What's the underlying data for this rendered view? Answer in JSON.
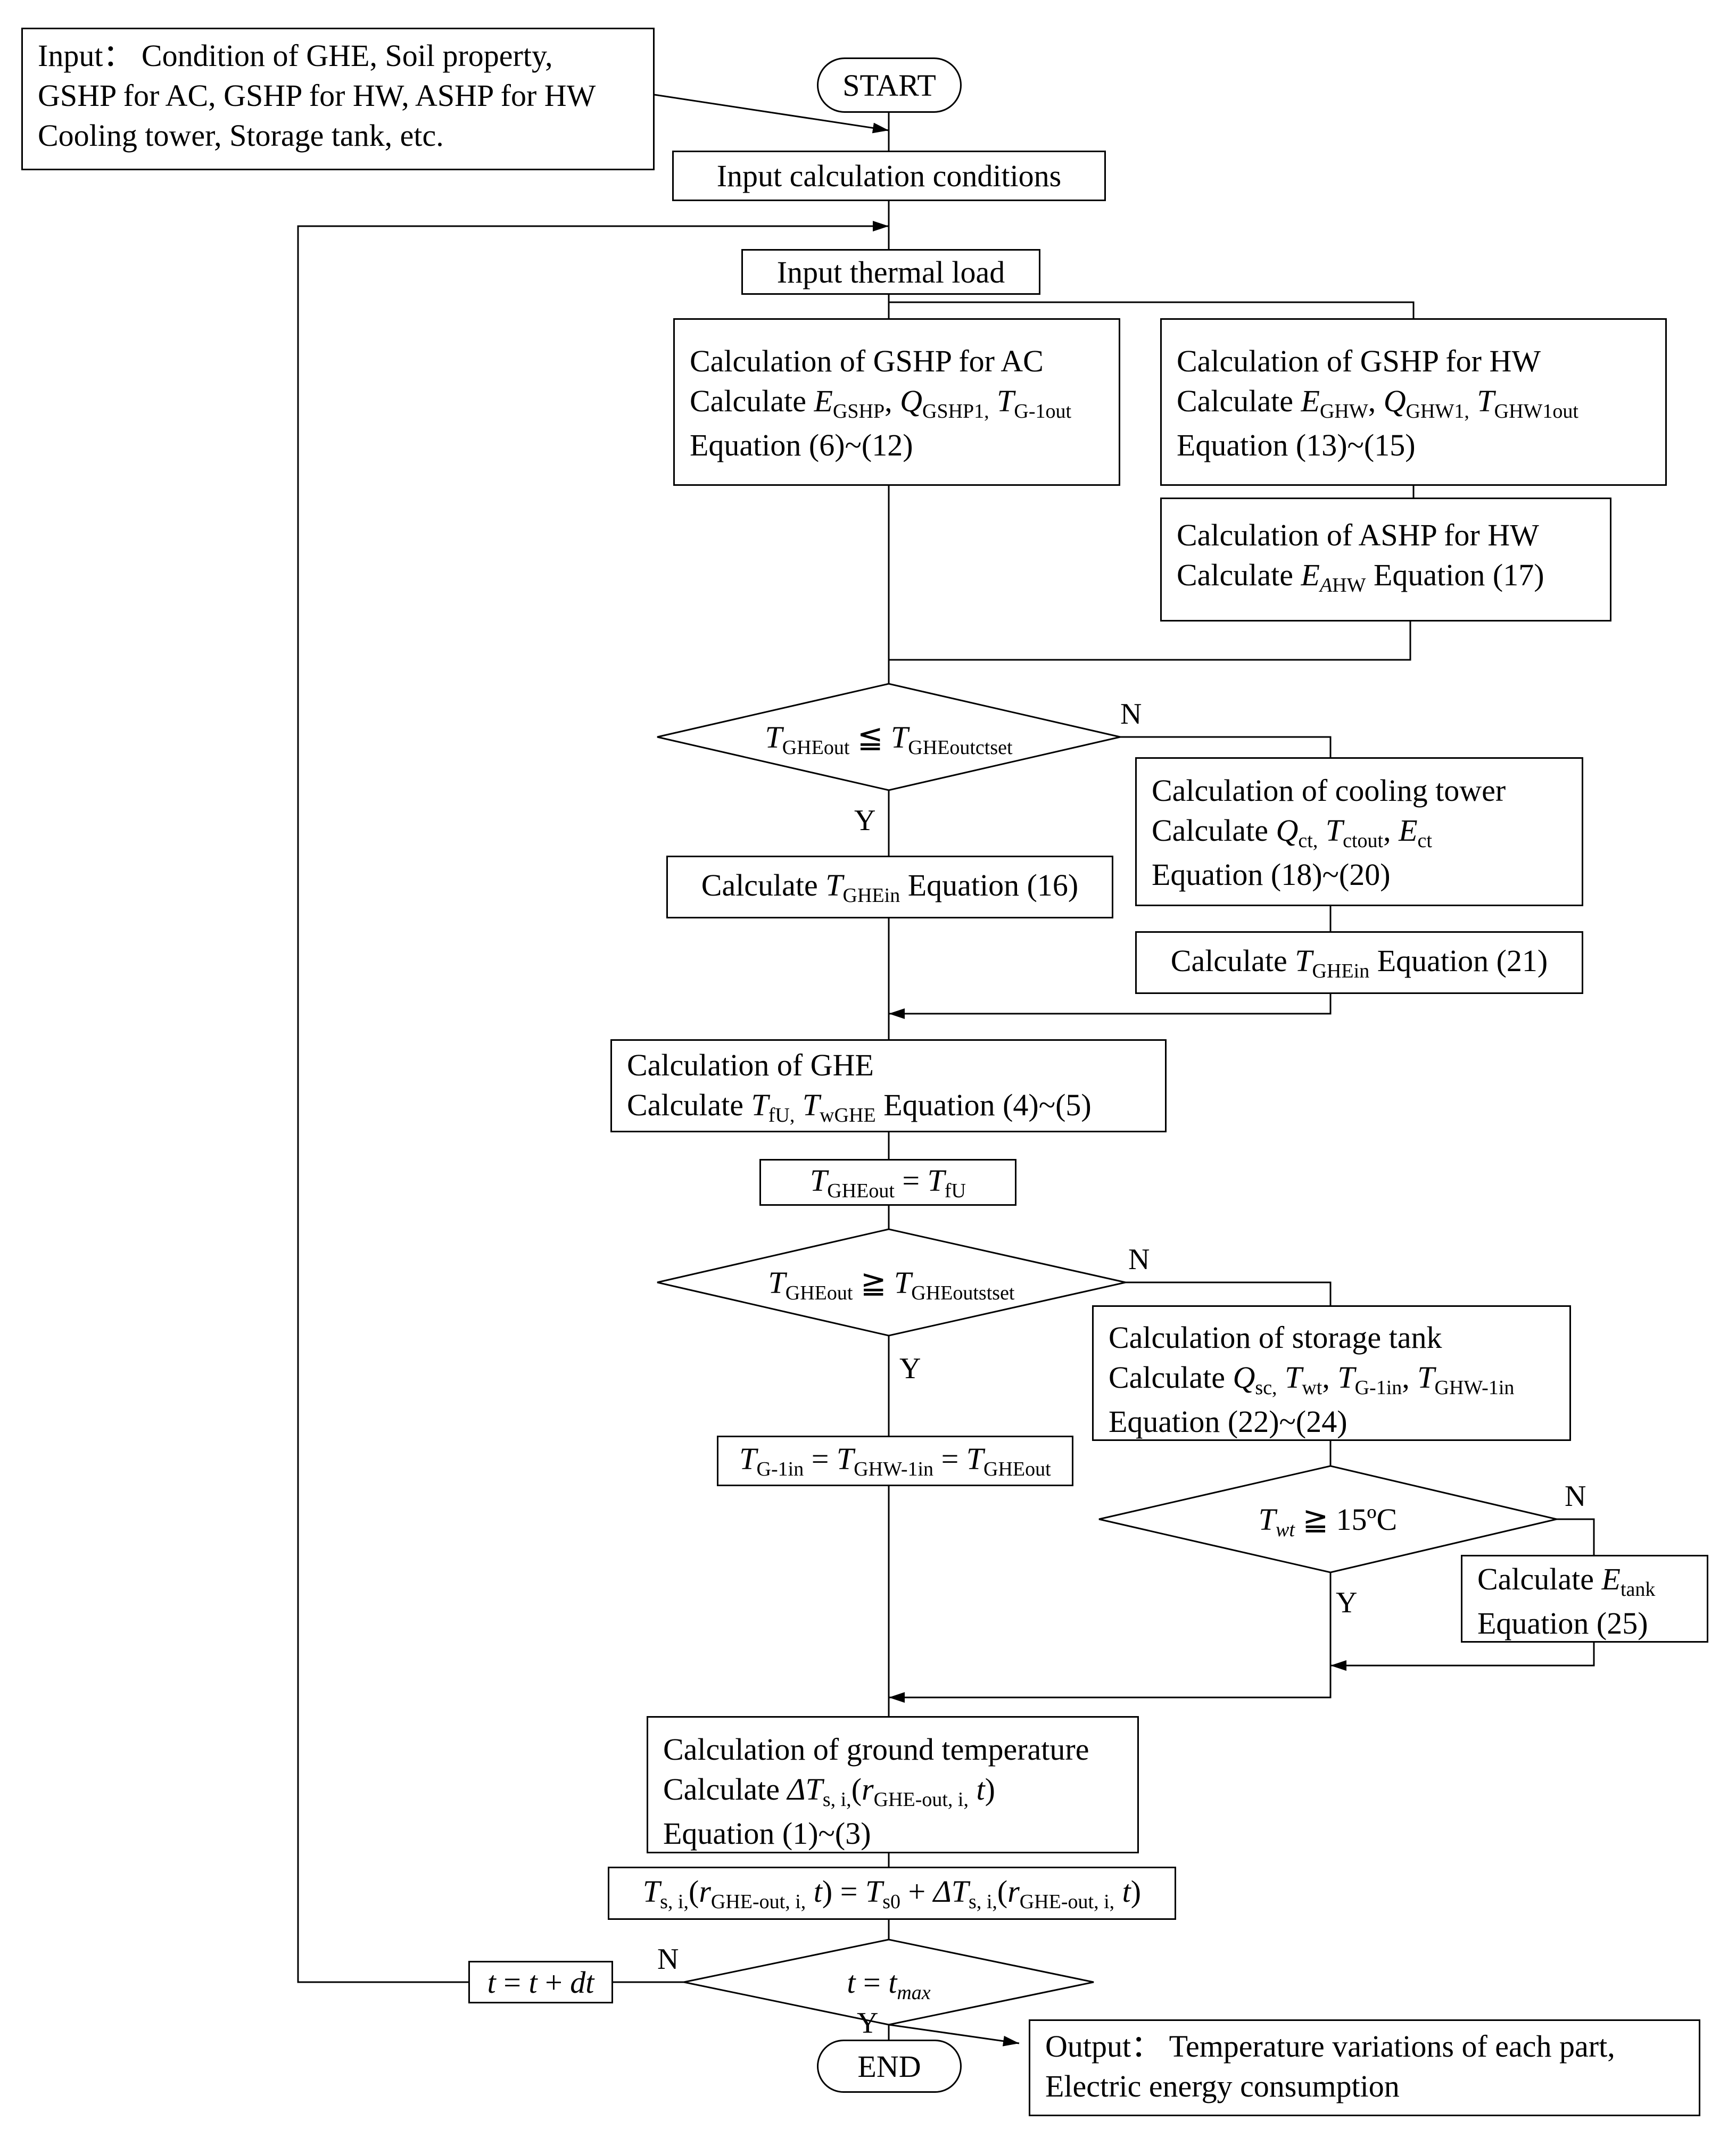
{
  "input_box": {
    "line1": "Input： Condition of GHE, Soil property,",
    "line2": "GSHP for AC, GSHP for HW, ASHP for HW",
    "line3": "Cooling tower, Storage tank, etc."
  },
  "start": "START",
  "end": "END",
  "input_conditions": "Input calculation conditions",
  "input_thermal_load": "Input thermal load",
  "gshp_ac": {
    "title": "Calculation of GSHP for AC",
    "calculate": "Calculate ",
    "v1": "E",
    "v1_sub": "GSHP",
    "sep1": ", ",
    "v2": "Q",
    "v2_sub": "GSHP1,",
    "sep2": " ",
    "v3": "T",
    "v3_sub": "G-1out",
    "equation": "Equation (6)~(12)"
  },
  "gshp_hw": {
    "title": "Calculation of GSHP for HW",
    "calculate": "Calculate ",
    "v1": "E",
    "v1_sub": "GHW",
    "sep1": ", ",
    "v2": "Q",
    "v2_sub": "GHW1,",
    "sep2": " ",
    "v3": "T",
    "v3_sub": "GHW1out",
    "equation": "Equation (13)~(15)"
  },
  "ashp_hw": {
    "title": "Calculation of ASHP for HW",
    "calculate": "Calculate ",
    "v1": "E",
    "v1_sub_italic": "A",
    "v1_sub": "HW",
    "equation": " Equation (17)"
  },
  "decision1": {
    "v1": "T",
    "v1_sub": "GHEout",
    "op": " ≦ ",
    "v2": "T",
    "v2_sub": "GHEoutctset"
  },
  "cooling_tower": {
    "title": "Calculation of cooling tower",
    "calculate": "Calculate ",
    "v1": "Q",
    "v1_sub": "ct,",
    "sep1": " ",
    "v2": "T",
    "v2_sub": "ctout",
    "sep2": ", ",
    "v3": "E",
    "v3_sub": "ct",
    "equation": "Equation (18)~(20)"
  },
  "calc_tghein_16": {
    "calculate": "Calculate ",
    "v": "T",
    "v_sub": "GHEin",
    "equation": " Equation (16)"
  },
  "calc_tghein_21": {
    "calculate": "Calculate ",
    "v": "T",
    "v_sub": "GHEin",
    "equation": " Equation (21)"
  },
  "ghe": {
    "title": "Calculation of GHE",
    "calculate": "Calculate ",
    "v1": "T",
    "v1_sub": "fU,",
    "sep1": " ",
    "v2": "T",
    "v2_sub": "wGHE",
    "equation": " Equation (4)~(5)"
  },
  "tgheout_eq": {
    "v1": "T",
    "v1_sub": "GHEout",
    "op": " = ",
    "v2": "T",
    "v2_sub": "fU"
  },
  "decision2": {
    "v1": "T",
    "v1_sub": "GHEout",
    "op": " ≧ ",
    "v2": "T",
    "v2_sub": "GHEoutstset"
  },
  "storage_tank": {
    "title": "Calculation of storage tank",
    "calculate": "Calculate ",
    "v1": "Q",
    "v1_sub": "sc,",
    "sep1": " ",
    "v2": "T",
    "v2_sub": "wt",
    "sep2": ", ",
    "v3": "T",
    "v3_sub": "G-1in",
    "sep3": ", ",
    "v4": "T",
    "v4_sub": "GHW-1in",
    "equation": "Equation (22)~(24)"
  },
  "tg1in_eq": {
    "v1": "T",
    "v1_sub": "G-1in",
    "op1": " = ",
    "v2": "T",
    "v2_sub": "GHW-1in",
    "op2": " = ",
    "v3": "T",
    "v3_sub": "GHEout"
  },
  "decision3": {
    "v": "T",
    "v_sub": "wt",
    "rest": " ≧ 15ºC"
  },
  "etank": {
    "calculate": "Calculate ",
    "v": "E",
    "v_sub": "tank",
    "equation": "Equation (25)"
  },
  "ground_temp": {
    "title": "Calculation of ground temperature",
    "calculate": "Calculate ",
    "v1": "ΔT",
    "v1_sub": "s, i,",
    "open": "(",
    "v2": "r",
    "v2_sub": "GHE-out, i,",
    "sep": " ",
    "v3": "t",
    "close": ")",
    "equation": "Equation (1)~(3)"
  },
  "ts_eq": {
    "v1": "T",
    "v1_sub": "s, i,",
    "open1": "(",
    "v2": "r",
    "v2_sub": "GHE-out, i,",
    "sep1": " ",
    "v3": "t",
    "close1": ")",
    "op1": " = ",
    "v4": "T",
    "v4_sub": "s0",
    "op2": " + ",
    "v5": "ΔT",
    "v5_sub": "s, i,",
    "open2": "(",
    "v6": "r",
    "v6_sub": "GHE-out, i,",
    "sep2": " ",
    "v7": "t",
    "close2": ")"
  },
  "decision4": {
    "v1": "t",
    "op": " = ",
    "v2": "t",
    "v2_sub": "max"
  },
  "time_step": {
    "v1": "t",
    "op1": " = ",
    "v2": "t",
    "op2": " + ",
    "v3": "dt"
  },
  "output_box": {
    "line1": "Output： Temperature variations of each part,",
    "line2": "Electric energy consumption"
  },
  "labels": {
    "yes": "Y",
    "no": "N"
  }
}
